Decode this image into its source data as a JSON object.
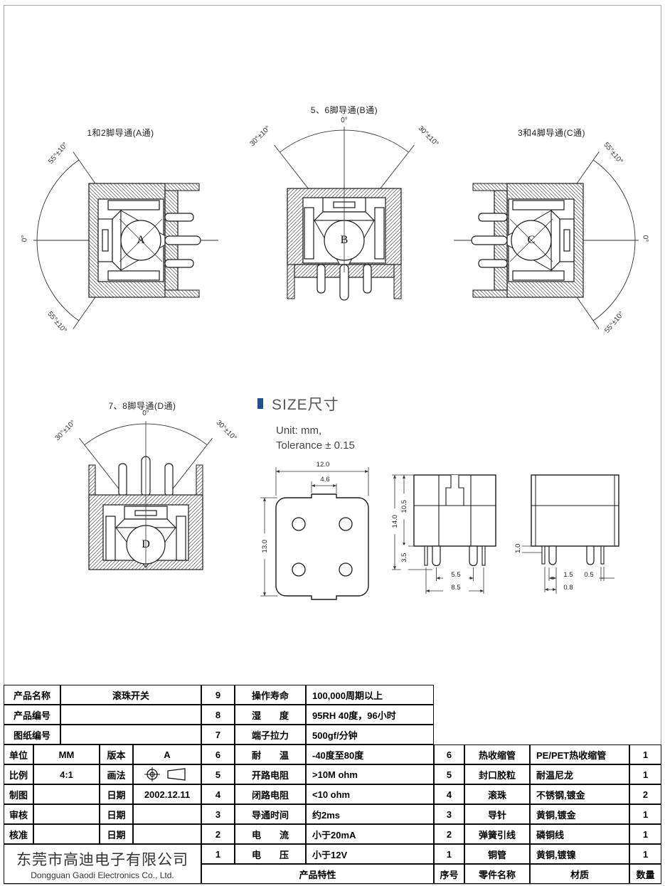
{
  "diagrams": {
    "a": {
      "title": "1和2脚导通(A通)",
      "letter": "A",
      "angle_upper": "55°±10°",
      "angle_zero": "0°",
      "angle_lower": "55°±10°"
    },
    "b": {
      "title": "5、6脚导通(B通)",
      "letter": "B",
      "angle_left": "30°±10°",
      "angle_zero": "0°",
      "angle_right": "30°±10°"
    },
    "c": {
      "title": "3和4脚导通(C通)",
      "letter": "C",
      "angle_upper": "55°±10°",
      "angle_zero": "0°",
      "angle_lower": "55°±10°"
    },
    "d": {
      "title": "7、8脚导通(D通)",
      "letter": "D",
      "angle_left": "30°±10°",
      "angle_zero": "0°",
      "angle_right": "30°±10°"
    }
  },
  "size_section": {
    "heading": "SIZE尺寸",
    "unit_line": "Unit: mm,",
    "tolerance_line": "Tolerance ± 0.15",
    "top_view": {
      "width": "12.0",
      "tab_width": "4.6",
      "height": "13.0"
    },
    "front_view": {
      "total_height": "14.0",
      "body_height": "10.5",
      "pin_length": "3.5",
      "inner_pin_span": "5.5",
      "outer_pin_span": "8.5"
    },
    "side_view": {
      "seat_height": "1.0",
      "pin_width_large": "1.5",
      "pin_offset": "0.8",
      "pin_width_small": "0.5"
    }
  },
  "title_block": {
    "info_rows": [
      {
        "label": "产品名称",
        "value": "滚珠开关"
      },
      {
        "label": "产品编号",
        "value": ""
      },
      {
        "label": "图纸编号",
        "value": ""
      }
    ],
    "meta_rows": [
      {
        "label": "单位",
        "value": "MM",
        "label2": "版本",
        "value2": "A"
      },
      {
        "label": "比例",
        "value": "4:1",
        "label2": "画法",
        "value2": ""
      },
      {
        "label": "制图",
        "value": "",
        "label2": "日期",
        "value2": "2002.12.11"
      },
      {
        "label": "审核",
        "value": "",
        "label2": "日期",
        "value2": ""
      },
      {
        "label": "核准",
        "value": "",
        "label2": "日期",
        "value2": ""
      }
    ],
    "projection_icon": "first-angle-projection-symbol",
    "company": {
      "name_cn": "东莞市高迪电子有限公司",
      "name_en": "Dongguan Gaodi Electronics Co., Ltd."
    }
  },
  "characteristics": {
    "footer": "产品特性",
    "rows": [
      {
        "no": "9",
        "name": "操作寿命",
        "value": "100,000周期以上"
      },
      {
        "no": "8",
        "name": "湿　　度",
        "value": "95RH 40度，96小时"
      },
      {
        "no": "7",
        "name": "端子拉力",
        "value": "500gf/分钟"
      },
      {
        "no": "6",
        "name": "耐　　温",
        "value": "-40度至80度"
      },
      {
        "no": "5",
        "name": "开路电阻",
        "value": ">10M ohm"
      },
      {
        "no": "4",
        "name": "闭路电阻",
        "value": "<10 ohm"
      },
      {
        "no": "3",
        "name": "导通时间",
        "value": "约2ms"
      },
      {
        "no": "2",
        "name": "电　　流",
        "value": "小于20mA"
      },
      {
        "no": "1",
        "name": "电　　压",
        "value": "小于12V"
      }
    ]
  },
  "parts": {
    "headers": {
      "no": "序号",
      "name": "零件名称",
      "material": "材质",
      "qty": "数量"
    },
    "rows": [
      {
        "no": "6",
        "name": "热收缩管",
        "material": "PE/PET热收缩管",
        "qty": "1"
      },
      {
        "no": "5",
        "name": "封口胶粒",
        "material": "耐温尼龙",
        "qty": "1"
      },
      {
        "no": "4",
        "name": "滚珠",
        "material": "不锈钢,镀金",
        "qty": "2"
      },
      {
        "no": "3",
        "name": "导针",
        "material": "黄铜,镀金",
        "qty": "1"
      },
      {
        "no": "2",
        "name": "弹簧引线",
        "material": "磷铜线",
        "qty": "1"
      },
      {
        "no": "1",
        "name": "铜管",
        "material": "黄铜,镀镍",
        "qty": "1"
      }
    ]
  },
  "colors": {
    "accent_blue": "#1d4f91",
    "line": "#222222"
  }
}
